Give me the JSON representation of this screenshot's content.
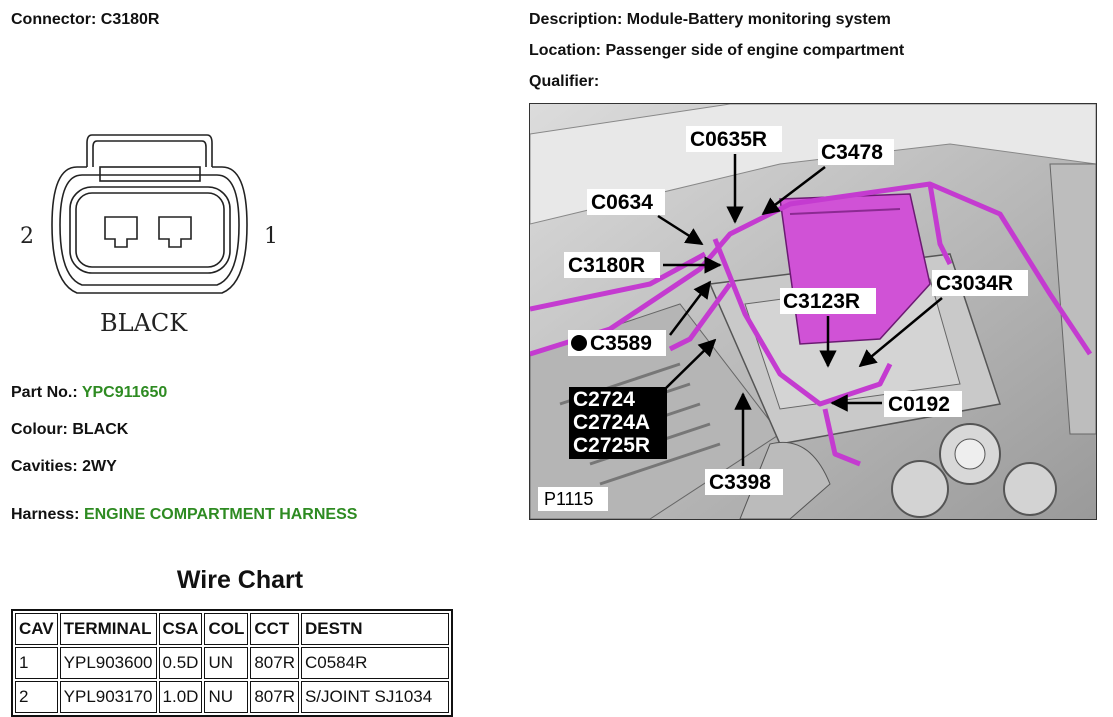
{
  "connector": {
    "label": "Connector:",
    "value": "C3180R"
  },
  "description": {
    "label": "Description:",
    "value": "Module-Battery monitoring system"
  },
  "location": {
    "label": "Location:",
    "value": "Passenger side of engine compartment"
  },
  "qualifier": {
    "label": "Qualifier:",
    "value": ""
  },
  "drawing": {
    "pin_left": "2",
    "pin_right": "1",
    "colour_text": "BLACK"
  },
  "part_no": {
    "label": "Part No.:",
    "value": "YPC911650"
  },
  "colour": {
    "label": "Colour:",
    "value": "BLACK"
  },
  "cavities": {
    "label": "Cavities:",
    "value": "2WY"
  },
  "harness": {
    "label": "Harness:",
    "value": "ENGINE COMPARTMENT HARNESS"
  },
  "photo": {
    "ref": "P1115",
    "callouts": {
      "c0635r": "C0635R",
      "c3478": "C3478",
      "c0634": "C0634",
      "c3180r": "C3180R",
      "c3123r": "C3123R",
      "c3034r": "C3034R",
      "c3589": "C3589",
      "c2724": "C2724",
      "c2724a": "C2724A",
      "c2725r": "C2725R",
      "c0192": "C0192",
      "c3398": "C3398"
    }
  },
  "wire_chart": {
    "title": "Wire Chart",
    "headers": {
      "cav": "CAV",
      "terminal": "TERMINAL",
      "csa": "CSA",
      "col": "COL",
      "cct": "CCT",
      "destn": "DESTN"
    },
    "rows": [
      {
        "cav": "1",
        "terminal": "YPL903600",
        "csa": "0.5D",
        "col": "UN",
        "cct": "807R",
        "destn": "C0584R"
      },
      {
        "cav": "2",
        "terminal": "YPL903170",
        "csa": "1.0D",
        "col": "NU",
        "cct": "807R",
        "destn": "S/JOINT SJ1034"
      }
    ]
  },
  "colors": {
    "accent_green": "#2e8b22",
    "harness_magenta": "#c43bd0"
  }
}
